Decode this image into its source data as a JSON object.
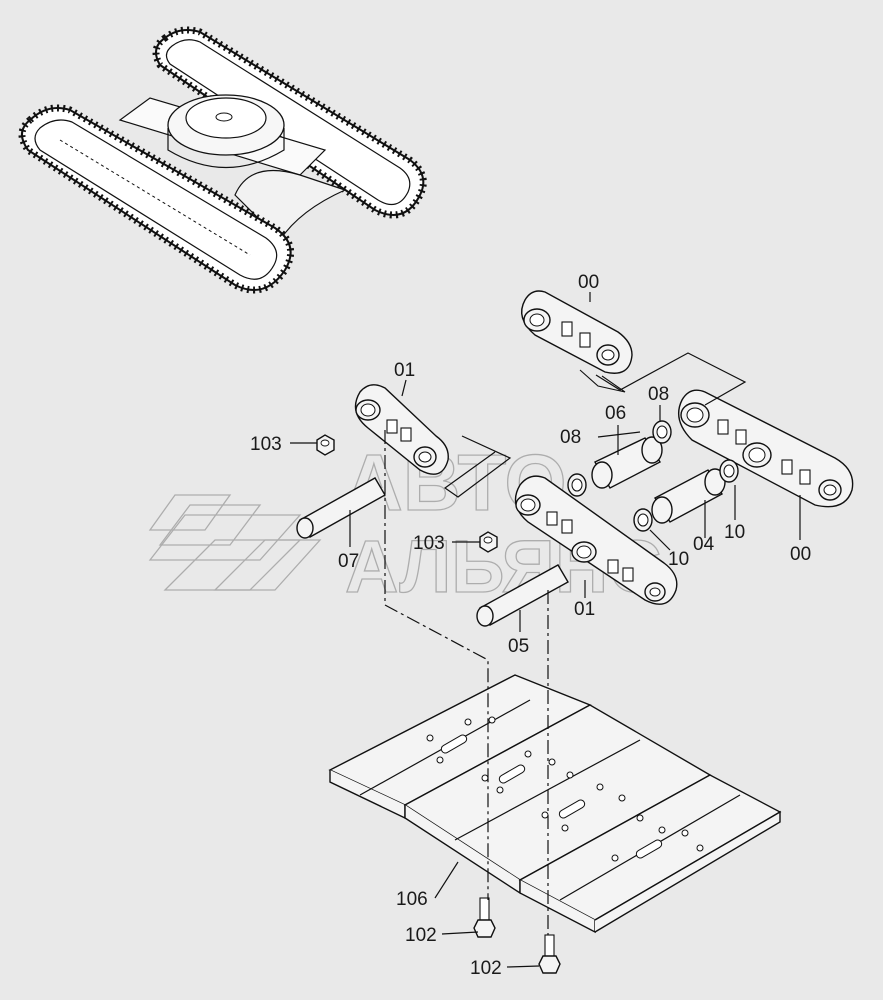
{
  "watermark": {
    "line1": "АВТО",
    "line2": "АЛЬЯНС"
  },
  "callouts": {
    "link_assy_top": "00",
    "link_assy_right": "00",
    "link_left_top": "01",
    "link_left_bottom": "01",
    "bushing_upper": "06",
    "bushing_lower": "04",
    "pin_master": "05",
    "pin_left": "07",
    "seal_upper": "08",
    "seal_mid": "08",
    "seal_right": "10",
    "seal_lower": "10",
    "nut_upper": "103",
    "nut_lower": "103",
    "shoe": "106",
    "bolt_left": "102",
    "bolt_right": "102"
  }
}
